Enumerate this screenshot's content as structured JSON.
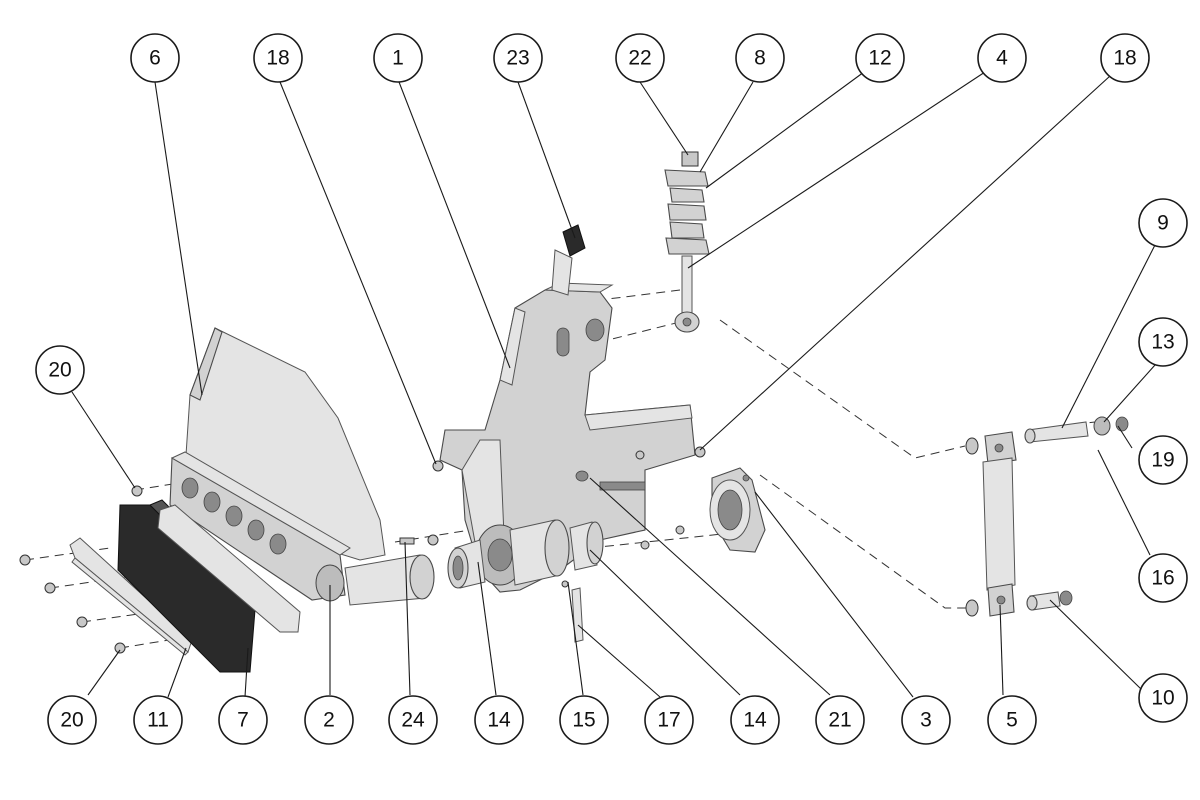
{
  "callouts": [
    {
      "id": "c6",
      "label": "6"
    },
    {
      "id": "c18a",
      "label": "18"
    },
    {
      "id": "c1",
      "label": "1"
    },
    {
      "id": "c23",
      "label": "23"
    },
    {
      "id": "c22",
      "label": "22"
    },
    {
      "id": "c8",
      "label": "8"
    },
    {
      "id": "c12",
      "label": "12"
    },
    {
      "id": "c4",
      "label": "4"
    },
    {
      "id": "c18b",
      "label": "18"
    },
    {
      "id": "c20a",
      "label": "20"
    },
    {
      "id": "c9",
      "label": "9"
    },
    {
      "id": "c13",
      "label": "13"
    },
    {
      "id": "c19",
      "label": "19"
    },
    {
      "id": "c16",
      "label": "16"
    },
    {
      "id": "c10",
      "label": "10"
    },
    {
      "id": "c20b",
      "label": "20"
    },
    {
      "id": "c11",
      "label": "11"
    },
    {
      "id": "c7",
      "label": "7"
    },
    {
      "id": "c2",
      "label": "2"
    },
    {
      "id": "c24",
      "label": "24"
    },
    {
      "id": "c14a",
      "label": "14"
    },
    {
      "id": "c15",
      "label": "15"
    },
    {
      "id": "c17",
      "label": "17"
    },
    {
      "id": "c14b",
      "label": "14"
    },
    {
      "id": "c21",
      "label": "21"
    },
    {
      "id": "c3",
      "label": "3"
    },
    {
      "id": "c5",
      "label": "5"
    }
  ]
}
